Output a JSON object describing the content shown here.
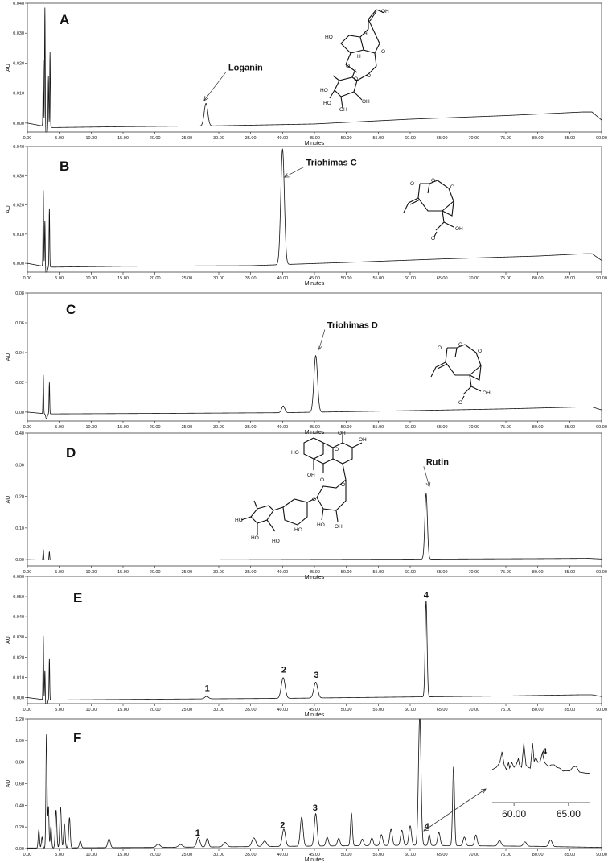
{
  "chart_data": [
    {
      "type": "line",
      "panel": "A",
      "xlabel": "Minutes",
      "ylabel": "AU",
      "xlim": [
        0,
        90
      ],
      "ylim": [
        -0.003,
        0.04
      ],
      "xticks": [
        "0.00",
        "5.00",
        "10.00",
        "15.00",
        "20.00",
        "25.00",
        "30.00",
        "35.00",
        "40.00",
        "45.00",
        "50.00",
        "55.00",
        "60.00",
        "65.00",
        "70.00",
        "75.00",
        "80.00",
        "85.00",
        "90.00"
      ],
      "yticks": [
        {
          "value": 0.0,
          "label": "0.000"
        },
        {
          "value": 0.01,
          "label": "0.010"
        },
        {
          "value": 0.02,
          "label": "0.020"
        },
        {
          "value": 0.03,
          "label": "0.030"
        },
        {
          "value": 0.04,
          "label": "0.040"
        }
      ],
      "baseline": [
        [
          0,
          0.0
        ],
        [
          2.5,
          -0.001
        ],
        [
          4,
          -0.0015
        ],
        [
          15,
          -0.0012
        ],
        [
          30,
          -0.0009
        ],
        [
          45,
          -0.0003
        ],
        [
          60,
          0.0013
        ],
        [
          75,
          0.0025
        ],
        [
          87,
          0.0037
        ],
        [
          88.5,
          0.0037
        ],
        [
          90,
          0.001
        ]
      ],
      "peaks": [
        {
          "rt": 2.5,
          "height": 0.022,
          "width": 0.05
        },
        {
          "rt": 2.75,
          "height": 0.04,
          "width": 0.05
        },
        {
          "rt": 3.3,
          "height": 0.017,
          "width": 0.05
        },
        {
          "rt": 3.55,
          "height": 0.025,
          "width": 0.05
        },
        {
          "rt": 28.0,
          "height": 0.0075,
          "width": 0.28
        }
      ],
      "dips": [
        {
          "rt": 3.0,
          "depth": -0.0035,
          "width": 0.12
        }
      ],
      "annotations": [
        {
          "label": "Loganin",
          "text_x": 31.5,
          "text_y": 0.0175,
          "arrow_to": [
            27.7,
            0.0075
          ]
        }
      ],
      "structure": "loganin"
    },
    {
      "type": "line",
      "panel": "B",
      "xlabel": "Minutes",
      "ylabel": "AU",
      "xlim": [
        0,
        90
      ],
      "ylim": [
        -0.003,
        0.04
      ],
      "xticks": [
        "0.00",
        "5.00",
        "10.00",
        "15.00",
        "20.00",
        "25.00",
        "30.00",
        "35.00",
        "40.00",
        "45.00",
        "50.00",
        "55.00",
        "60.00",
        "65.00",
        "70.00",
        "75.00",
        "80.00",
        "85.00",
        "90.00"
      ],
      "yticks": [
        {
          "value": 0.0,
          "label": "0.000"
        },
        {
          "value": 0.01,
          "label": "0.010"
        },
        {
          "value": 0.02,
          "label": "0.020"
        },
        {
          "value": 0.03,
          "label": "0.030"
        },
        {
          "value": 0.04,
          "label": "0.040"
        }
      ],
      "baseline": [
        [
          0,
          0.0
        ],
        [
          2.5,
          -0.001
        ],
        [
          4,
          -0.0013
        ],
        [
          15,
          -0.001
        ],
        [
          35,
          -0.0008
        ],
        [
          50,
          0.0003
        ],
        [
          65,
          0.0015
        ],
        [
          80,
          0.0025
        ],
        [
          87.5,
          0.0033
        ],
        [
          88.5,
          0.0033
        ],
        [
          90,
          0.001
        ]
      ],
      "peaks": [
        {
          "rt": 2.5,
          "height": 0.026,
          "width": 0.05
        },
        {
          "rt": 2.75,
          "height": 0.016,
          "width": 0.05
        },
        {
          "rt": 3.45,
          "height": 0.02,
          "width": 0.05
        },
        {
          "rt": 40.0,
          "height": 0.0395,
          "width": 0.28
        }
      ],
      "dips": [
        {
          "rt": 3.0,
          "depth": -0.003,
          "width": 0.12
        }
      ],
      "annotations": [
        {
          "label": "Triohimas C",
          "text_x": 43.7,
          "text_y": 0.0335,
          "arrow_to": [
            40.3,
            0.0295
          ]
        }
      ],
      "structure": "triohimas"
    },
    {
      "type": "line",
      "panel": "C",
      "xlabel": "Minutes",
      "ylabel": "AU",
      "xlim": [
        0,
        90
      ],
      "ylim": [
        -0.006,
        0.08
      ],
      "xticks": [
        "0.00",
        "5.00",
        "10.00",
        "15.00",
        "20.00",
        "25.00",
        "30.00",
        "35.00",
        "40.00",
        "45.00",
        "50.00",
        "55.00",
        "60.00",
        "65.00",
        "70.00",
        "75.00",
        "80.00",
        "85.00",
        "90.00"
      ],
      "yticks": [
        {
          "value": 0.0,
          "label": "0.00"
        },
        {
          "value": 0.02,
          "label": "0.02"
        },
        {
          "value": 0.04,
          "label": "0.04"
        },
        {
          "value": 0.06,
          "label": "0.06"
        },
        {
          "value": 0.08,
          "label": "0.08"
        }
      ],
      "baseline": [
        [
          0,
          0.0
        ],
        [
          2.5,
          -0.001
        ],
        [
          4,
          -0.0012
        ],
        [
          20,
          -0.0009
        ],
        [
          40,
          -0.0004
        ],
        [
          60,
          0.001
        ],
        [
          75,
          0.0022
        ],
        [
          87,
          0.0035
        ],
        [
          88.5,
          0.0035
        ],
        [
          90,
          0.0015
        ]
      ],
      "peaks": [
        {
          "rt": 2.5,
          "height": 0.026,
          "width": 0.05
        },
        {
          "rt": 3.45,
          "height": 0.021,
          "width": 0.05
        },
        {
          "rt": 40.1,
          "height": 0.0045,
          "width": 0.25
        },
        {
          "rt": 45.2,
          "height": 0.038,
          "width": 0.28
        }
      ],
      "dips": [
        {
          "rt": 3.0,
          "depth": -0.0035,
          "width": 0.12
        }
      ],
      "annotations": [
        {
          "label": "Triohimas D",
          "text_x": 47.0,
          "text_y": 0.0565,
          "arrow_to": [
            45.7,
            0.042
          ]
        }
      ],
      "structure": "triohimas"
    },
    {
      "type": "line",
      "panel": "D",
      "xlabel": "Minutes",
      "ylabel": "AU",
      "xlim": [
        0,
        90
      ],
      "ylim": [
        -0.02,
        0.4
      ],
      "xticks": [
        "0.00",
        "5.00",
        "10.00",
        "15.00",
        "20.00",
        "25.00",
        "30.00",
        "35.00",
        "40.00",
        "45.00",
        "50.00",
        "55.00",
        "60.00",
        "65.00",
        "70.00",
        "75.00",
        "80.00",
        "85.00",
        "90.00"
      ],
      "yticks": [
        {
          "value": 0.0,
          "label": "0.00"
        },
        {
          "value": 0.1,
          "label": "0.10"
        },
        {
          "value": 0.2,
          "label": "0.20"
        },
        {
          "value": 0.3,
          "label": "0.30"
        },
        {
          "value": 0.4,
          "label": "0.40"
        }
      ],
      "baseline": [
        [
          0,
          0.0
        ],
        [
          2.5,
          -0.001
        ],
        [
          4,
          -0.001
        ],
        [
          30,
          -0.0005
        ],
        [
          60,
          0.0015
        ],
        [
          80,
          0.003
        ],
        [
          88,
          0.004
        ],
        [
          90,
          0.002
        ]
      ],
      "peaks": [
        {
          "rt": 2.5,
          "height": 0.033,
          "width": 0.05
        },
        {
          "rt": 3.45,
          "height": 0.026,
          "width": 0.05
        },
        {
          "rt": 62.5,
          "height": 0.207,
          "width": 0.2
        }
      ],
      "dips": [],
      "annotations": [
        {
          "label": "Rutin",
          "text_x": 62.5,
          "text_y": 0.3,
          "arrow_to": [
            63.0,
            0.23
          ]
        }
      ],
      "structure": "rutin"
    },
    {
      "type": "line",
      "panel": "E",
      "xlabel": "Minutes",
      "ylabel": "AU",
      "xlim": [
        0,
        90
      ],
      "ylim": [
        -0.003,
        0.06
      ],
      "xticks": [
        "0.00",
        "5.00",
        "10.00",
        "15.00",
        "20.00",
        "25.00",
        "30.00",
        "35.00",
        "40.00",
        "45.00",
        "50.00",
        "55.00",
        "60.00",
        "65.00",
        "70.00",
        "75.00",
        "80.00",
        "85.00",
        "90.00"
      ],
      "yticks": [
        {
          "value": 0.0,
          "label": "0.000"
        },
        {
          "value": 0.01,
          "label": "0.010"
        },
        {
          "value": 0.02,
          "label": "0.020"
        },
        {
          "value": 0.03,
          "label": "0.030"
        },
        {
          "value": 0.04,
          "label": "0.040"
        },
        {
          "value": 0.05,
          "label": "0.050"
        },
        {
          "value": 0.06,
          "label": "0.060"
        }
      ],
      "baseline": [
        [
          0,
          0.0
        ],
        [
          2.5,
          -0.001
        ],
        [
          4,
          -0.0012
        ],
        [
          20,
          -0.0008
        ],
        [
          40,
          -0.0004
        ],
        [
          60,
          0.0003
        ],
        [
          75,
          0.0008
        ],
        [
          87,
          0.0014
        ],
        [
          88.5,
          0.0014
        ],
        [
          90,
          0.0005
        ]
      ],
      "peaks": [
        {
          "rt": 2.5,
          "height": 0.0315,
          "width": 0.05
        },
        {
          "rt": 2.75,
          "height": 0.015,
          "width": 0.05
        },
        {
          "rt": 3.45,
          "height": 0.0205,
          "width": 0.05
        },
        {
          "rt": 28.1,
          "height": 0.0012,
          "width": 0.3
        },
        {
          "rt": 40.1,
          "height": 0.0102,
          "width": 0.3
        },
        {
          "rt": 45.2,
          "height": 0.0078,
          "width": 0.3
        },
        {
          "rt": 62.5,
          "height": 0.0475,
          "width": 0.15
        }
      ],
      "dips": [
        {
          "rt": 3.0,
          "depth": -0.0045,
          "width": 0.12
        }
      ],
      "annotations": [
        {
          "label": "1",
          "text_x": 28.2,
          "text_y": 0.0032
        },
        {
          "label": "2",
          "text_x": 40.2,
          "text_y": 0.0123
        },
        {
          "label": "3",
          "text_x": 45.3,
          "text_y": 0.0097
        },
        {
          "label": "4",
          "text_x": 62.5,
          "text_y": 0.0495
        }
      ],
      "structure": "none"
    },
    {
      "type": "line",
      "panel": "F",
      "xlabel": "Minutes",
      "ylabel": "AU",
      "xlim": [
        0,
        90
      ],
      "ylim": [
        0,
        1.2
      ],
      "xticks": [
        "0.00",
        "5.00",
        "10.00",
        "15.00",
        "20.00",
        "25.00",
        "30.00",
        "35.00",
        "40.00",
        "45.00",
        "50.00",
        "55.00",
        "60.00",
        "65.00",
        "70.00",
        "75.00",
        "80.00",
        "85.00",
        "90.00"
      ],
      "yticks": [
        {
          "value": 0.0,
          "label": "0.00"
        },
        {
          "value": 0.2,
          "label": "0.20"
        },
        {
          "value": 0.4,
          "label": "0.40"
        },
        {
          "value": 0.6,
          "label": "0.60"
        },
        {
          "value": 0.8,
          "label": "0.80"
        },
        {
          "value": 1.0,
          "label": "1.00"
        },
        {
          "value": 1.2,
          "label": "1.20"
        }
      ],
      "baseline": [
        [
          0,
          0.005
        ],
        [
          20,
          0.01
        ],
        [
          40,
          0.02
        ],
        [
          60,
          0.03
        ],
        [
          80,
          0.02
        ],
        [
          90,
          0.01
        ]
      ],
      "peaks": [
        {
          "rt": 1.8,
          "height": 0.17,
          "width": 0.1
        },
        {
          "rt": 2.3,
          "height": 0.1,
          "width": 0.1
        },
        {
          "rt": 3.0,
          "height": 1.05,
          "width": 0.09
        },
        {
          "rt": 3.3,
          "height": 0.38,
          "width": 0.09
        },
        {
          "rt": 3.7,
          "height": 0.2,
          "width": 0.1
        },
        {
          "rt": 4.5,
          "height": 0.35,
          "width": 0.12
        },
        {
          "rt": 5.2,
          "height": 0.38,
          "width": 0.12
        },
        {
          "rt": 5.8,
          "height": 0.22,
          "width": 0.12
        },
        {
          "rt": 6.6,
          "height": 0.28,
          "width": 0.12
        },
        {
          "rt": 8.3,
          "height": 0.06,
          "width": 0.15
        },
        {
          "rt": 12.8,
          "height": 0.08,
          "width": 0.2
        },
        {
          "rt": 20.5,
          "height": 0.03,
          "width": 0.3
        },
        {
          "rt": 24.0,
          "height": 0.025,
          "width": 0.3
        },
        {
          "rt": 26.8,
          "height": 0.09,
          "width": 0.25
        },
        {
          "rt": 28.2,
          "height": 0.08,
          "width": 0.2
        },
        {
          "rt": 31.0,
          "height": 0.04,
          "width": 0.3
        },
        {
          "rt": 35.5,
          "height": 0.08,
          "width": 0.3
        },
        {
          "rt": 37.2,
          "height": 0.05,
          "width": 0.3
        },
        {
          "rt": 40.2,
          "height": 0.16,
          "width": 0.25
        },
        {
          "rt": 43.0,
          "height": 0.27,
          "width": 0.22
        },
        {
          "rt": 45.2,
          "height": 0.3,
          "width": 0.22
        },
        {
          "rt": 47.0,
          "height": 0.08,
          "width": 0.2
        },
        {
          "rt": 48.8,
          "height": 0.07,
          "width": 0.2
        },
        {
          "rt": 50.8,
          "height": 0.3,
          "width": 0.15
        },
        {
          "rt": 52.5,
          "height": 0.06,
          "width": 0.2
        },
        {
          "rt": 54.0,
          "height": 0.07,
          "width": 0.2
        },
        {
          "rt": 55.5,
          "height": 0.1,
          "width": 0.2
        },
        {
          "rt": 57.0,
          "height": 0.15,
          "width": 0.2
        },
        {
          "rt": 58.7,
          "height": 0.14,
          "width": 0.2
        },
        {
          "rt": 60.0,
          "height": 0.18,
          "width": 0.2
        },
        {
          "rt": 61.5,
          "height": 1.2,
          "width": 0.2
        },
        {
          "rt": 63.0,
          "height": 0.1,
          "width": 0.15
        },
        {
          "rt": 64.5,
          "height": 0.12,
          "width": 0.2
        },
        {
          "rt": 66.8,
          "height": 0.73,
          "width": 0.15
        },
        {
          "rt": 68.5,
          "height": 0.08,
          "width": 0.2
        },
        {
          "rt": 70.3,
          "height": 0.1,
          "width": 0.2
        },
        {
          "rt": 74.0,
          "height": 0.05,
          "width": 0.25
        },
        {
          "rt": 78.0,
          "height": 0.04,
          "width": 0.25
        },
        {
          "rt": 82.0,
          "height": 0.06,
          "width": 0.25
        }
      ],
      "dips": [],
      "annotations": [
        {
          "label": "1",
          "text_x": 26.7,
          "text_y": 0.12
        },
        {
          "label": "2",
          "text_x": 40.0,
          "text_y": 0.19
        },
        {
          "label": "3",
          "text_x": 45.1,
          "text_y": 0.35
        },
        {
          "label": "4",
          "text_x": 62.6,
          "text_y": 0.18
        }
      ],
      "structure": "none",
      "inset": {
        "label": "4",
        "xlim": [
          58,
          67
        ],
        "xticks": [
          "60.00",
          "65.00"
        ],
        "trace": [
          [
            58.0,
            0.45
          ],
          [
            58.4,
            0.5
          ],
          [
            58.7,
            0.6
          ],
          [
            58.9,
            0.82
          ],
          [
            59.1,
            0.55
          ],
          [
            59.3,
            0.45
          ],
          [
            59.5,
            0.6
          ],
          [
            59.6,
            0.48
          ],
          [
            59.8,
            0.6
          ],
          [
            60.0,
            0.5
          ],
          [
            60.2,
            0.55
          ],
          [
            60.4,
            0.68
          ],
          [
            60.5,
            0.55
          ],
          [
            60.7,
            0.5
          ],
          [
            60.9,
            1.0
          ],
          [
            61.1,
            0.55
          ],
          [
            61.3,
            0.5
          ],
          [
            61.5,
            0.48
          ],
          [
            61.7,
            1.0
          ],
          [
            61.85,
            0.62
          ],
          [
            62.0,
            0.7
          ],
          [
            62.2,
            0.6
          ],
          [
            62.4,
            0.62
          ],
          [
            62.6,
            0.8
          ],
          [
            62.8,
            0.6
          ],
          [
            63.0,
            0.55
          ],
          [
            63.2,
            0.52
          ],
          [
            63.4,
            0.55
          ],
          [
            63.7,
            0.55
          ],
          [
            63.9,
            0.5
          ],
          [
            64.2,
            0.48
          ],
          [
            64.5,
            0.42
          ],
          [
            64.8,
            0.43
          ],
          [
            65.1,
            0.42
          ],
          [
            65.4,
            0.5
          ],
          [
            65.7,
            0.52
          ],
          [
            66.0,
            0.4
          ],
          [
            66.5,
            0.38
          ],
          [
            67.0,
            0.37
          ]
        ]
      }
    }
  ]
}
